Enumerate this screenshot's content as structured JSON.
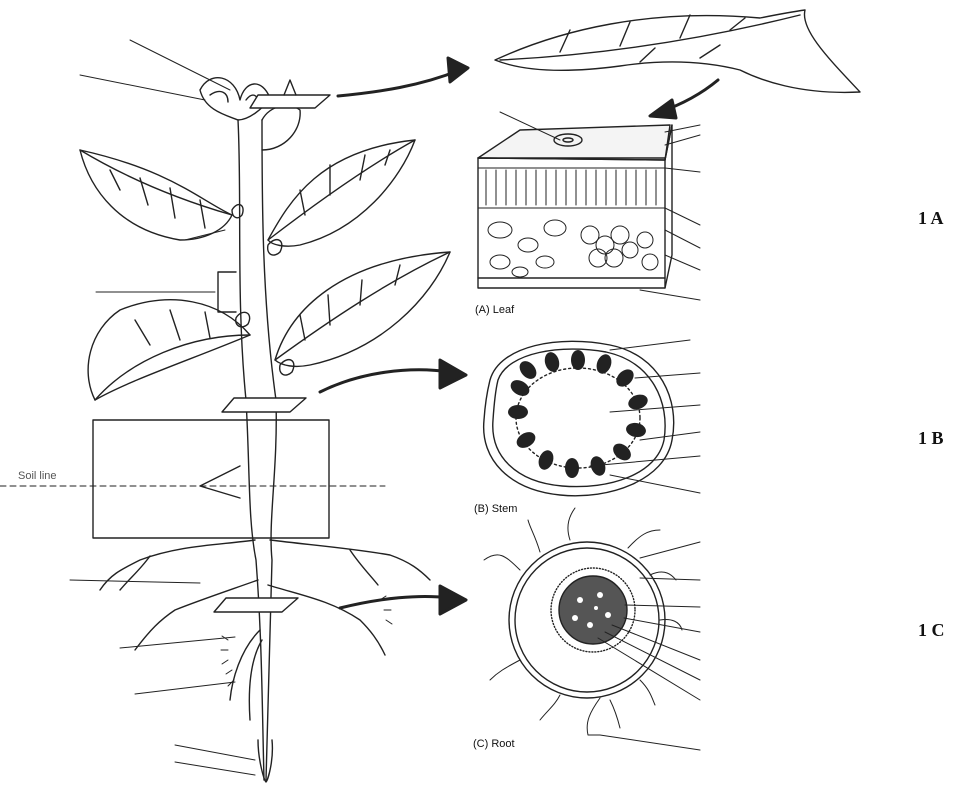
{
  "diagram": {
    "soil_line_label": "Soil line",
    "captions": {
      "leaf": "(A) Leaf",
      "stem": "(B) Stem",
      "root": "(C) Root"
    },
    "side_labels": {
      "a": "1 A",
      "b": "1 B",
      "c": "1 C"
    }
  }
}
